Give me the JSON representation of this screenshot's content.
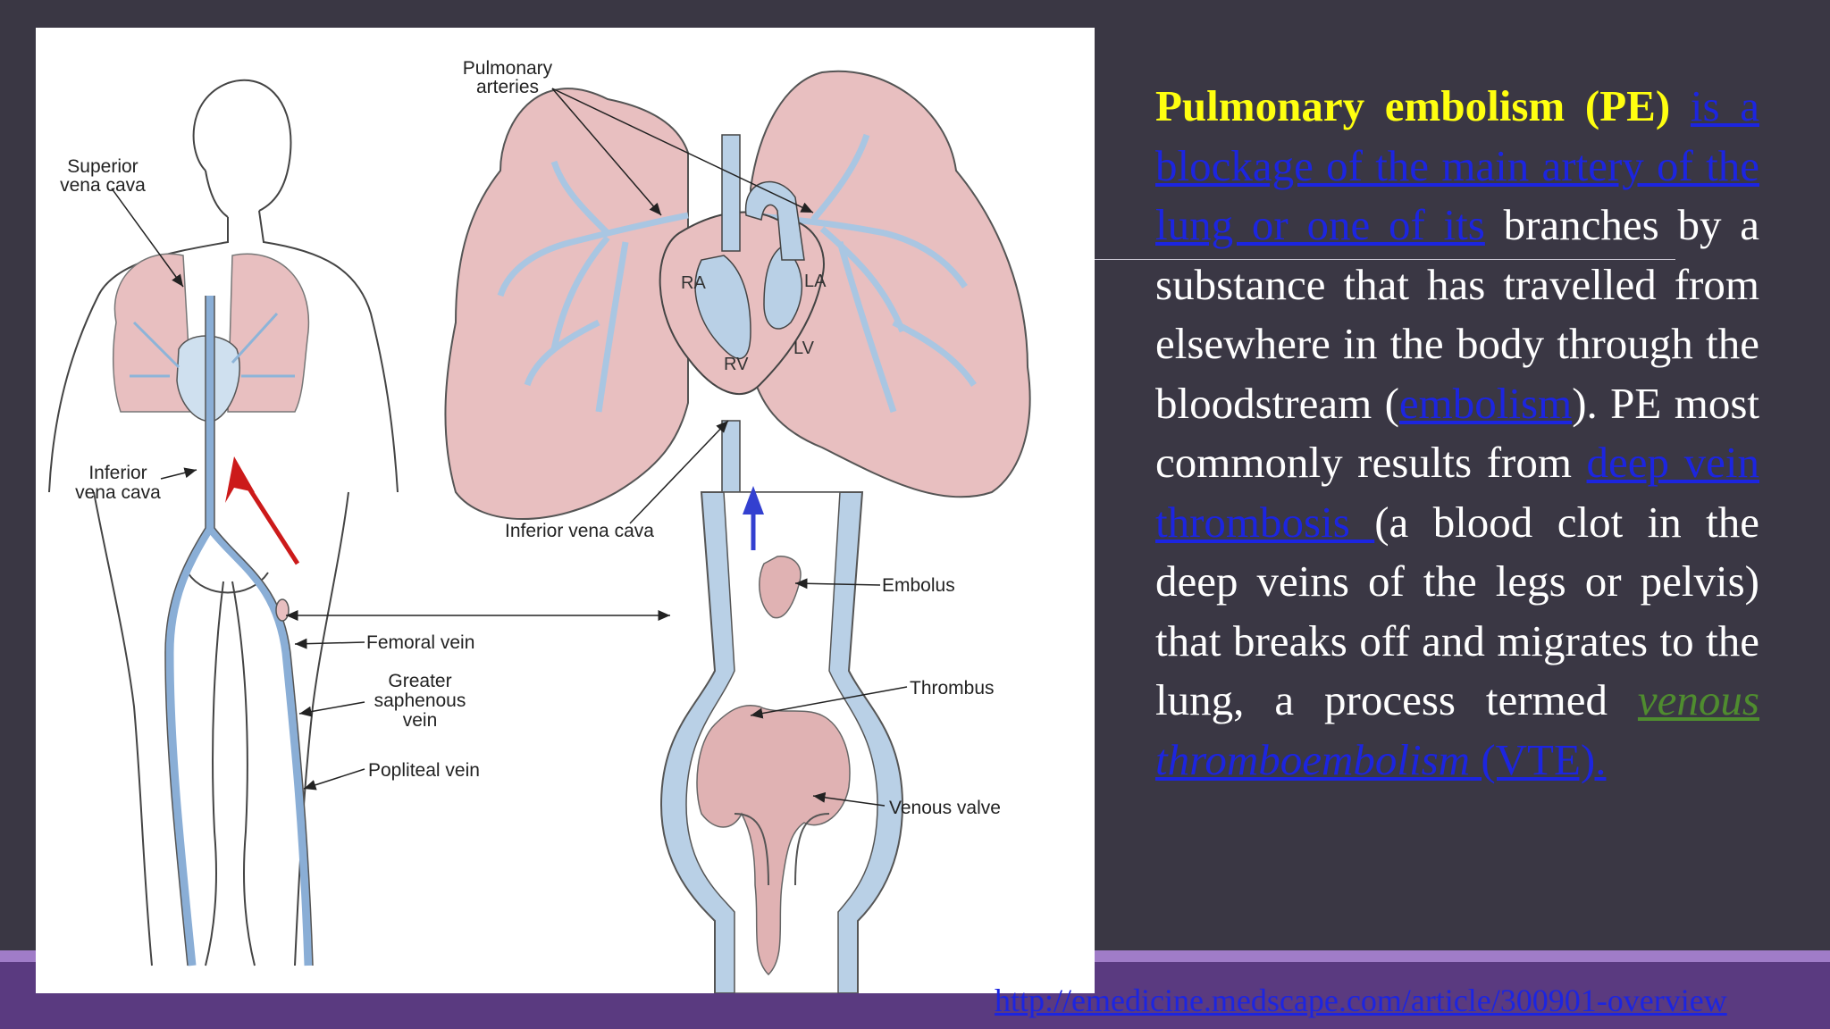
{
  "diagram": {
    "labels": {
      "pulmonary_arteries": [
        "Pulmonary",
        "arteries"
      ],
      "superior_vena_cava": [
        "Superior",
        "vena cava"
      ],
      "inferior_vena_cava_left": [
        "Inferior",
        "vena cava"
      ],
      "inferior_vena_cava_center": "Inferior vena cava",
      "femoral_vein": "Femoral vein",
      "greater_saphenous_vein": [
        "Greater",
        "saphenous",
        "vein"
      ],
      "popliteal_vein": "Popliteal vein",
      "embolus": "Embolus",
      "thrombus": "Thrombus",
      "venous_valve": "Venous valve",
      "ra": "RA",
      "la": "LA",
      "rv": "RV",
      "lv": "LV"
    }
  },
  "text": {
    "title": "Pulmonary embolism (PE)",
    "link1": "is a blockage of the main artery of the lung or one of its",
    "p1": "branches by a substance that has travelled from elsewhere in the body through the bloodstream (",
    "link_embolism": "embolism",
    "p2": "). PE most commonly results from ",
    "link_dvt": "deep vein thrombosis ",
    "p3": "(a blood clot in the deep veins of the legs or pelvis) that breaks off and migrates to the lung, a process termed ",
    "link_venous": "venous",
    "link_thrombo": "thromboembolism",
    "link_vte": " (VTE)."
  },
  "source_url": "http://emedicine.medscape.com/article/300901-overview",
  "colors": {
    "background": "#3a3744",
    "title_yellow": "#ffff10",
    "link_blue": "#1c25e0",
    "link_green": "#4f8c2f",
    "band_purple": "#5a3a80"
  }
}
